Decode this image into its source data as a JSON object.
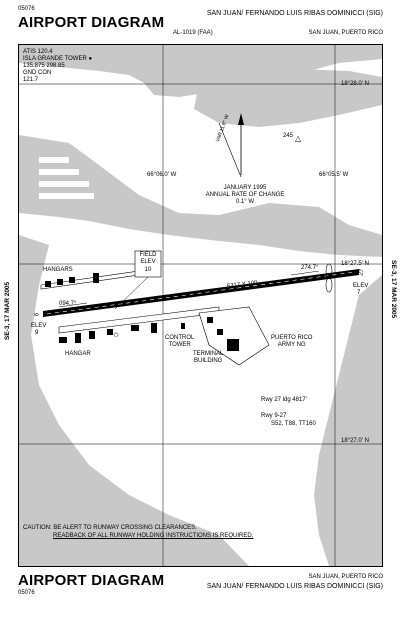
{
  "header": {
    "chart_number": "05076",
    "title": "AIRPORT DIAGRAM",
    "city_airport": "SAN JUAN/ FERNANDO LUIS RIBAS DOMINICCI (SIG)",
    "al_number": "AL-1019 (FAA)",
    "location": "SAN JUAN, PUERTO RICO"
  },
  "footer": {
    "title": "AIRPORT DIAGRAM",
    "chart_number": "05076",
    "location": "SAN JUAN, PUERTO RICO",
    "city_airport": "SAN JUAN/ FERNANDO LUIS RIBAS DOMINICCI (SIG)"
  },
  "side_labels": {
    "left": "SE-3, 17 MAR 2005",
    "right": "SE-3, 17 MAR 2005"
  },
  "frequencies": {
    "atis": "ATIS 120.4",
    "tower_label": "ISLA GRANDE TOWER",
    "tower_freqs": "135.875  298.85",
    "gnd_label": "GND CON",
    "gnd_freq": "121.7"
  },
  "coordinates": {
    "lat_top": "18°28.0' N",
    "lat_mid": "18°27.5' N",
    "lat_bottom": "18°27.0' N",
    "lon_left": "66°06.0' W",
    "lon_right": "66°05.5' W"
  },
  "magnetic": {
    "var_label": "VAR 11.8° W",
    "date": "JANUARY 1995",
    "rate_label": "ANNUAL RATE OF CHANGE",
    "rate_value": "0.1° W",
    "tower_number": "245"
  },
  "field": {
    "field_label": "FIELD",
    "elev_label": "ELEV",
    "field_elev": "10",
    "runway_dims": "5317 X 100",
    "rwy_27_num": "27",
    "rwy_9_num": "9",
    "hdg_east": "274.7°",
    "hdg_west": "094.7°",
    "elev_east_label": "ELEV",
    "elev_east": "7",
    "elev_west_label": "ELEV",
    "elev_west": "9"
  },
  "labels": {
    "hangars": "HANGARS",
    "hangar": "HANGAR",
    "control_tower_1": "CONTROL",
    "control_tower_2": "TOWER",
    "terminal_1": "TERMINAL",
    "terminal_2": "BUILDING",
    "army_1": "PUERTO RICO",
    "army_2": "ARMY NG"
  },
  "runway_info": {
    "ldg": "Rwy 27 ldg 4817'",
    "rwy": "Rwy 9-27",
    "strength": "S52, T88, TT160"
  },
  "caution": {
    "line1": "CAUTION: BE ALERT TO RUNWAY CROSSING CLEARANCES.",
    "line2": "READBACK OF ALL RUNWAY HOLDING INSTRUCTIONS IS REQUIRED."
  },
  "colors": {
    "water": "#c8c8c8",
    "land": "#ffffff",
    "runway": "#000000",
    "taxiway": "#e0e0e0",
    "building": "#000000"
  }
}
